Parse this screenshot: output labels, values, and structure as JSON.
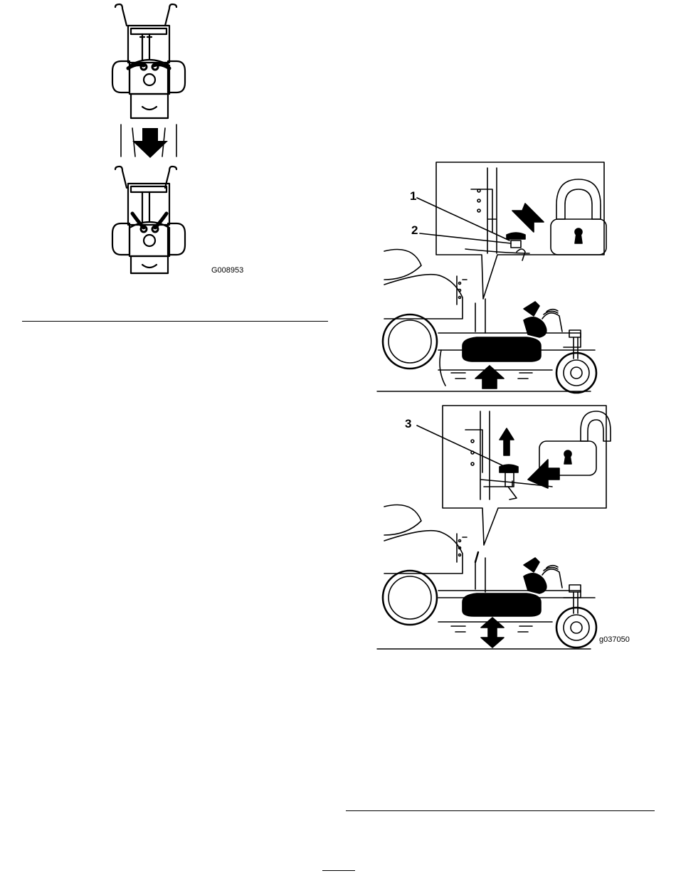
{
  "figure_top": {
    "code": "G008953",
    "description_icons": [
      "mower-top-view-icon",
      "arrow-down-icon",
      "mower-top-view-icon"
    ]
  },
  "figure_right": {
    "code": "g037050",
    "callouts": [
      "1",
      "2",
      "3"
    ],
    "icons": [
      "lock-closed-icon",
      "lock-open-icon"
    ]
  }
}
